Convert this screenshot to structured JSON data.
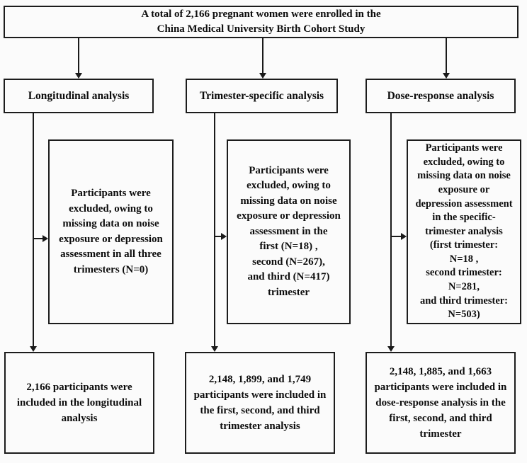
{
  "page": {
    "background": "#fbfbfb",
    "line_color": "#1a1a1a"
  },
  "flowchart": {
    "enrollment_box": "A total of 2,166 pregnant women were enrolled in the\nChina Medical University Birth Cohort Study",
    "columns": [
      {
        "header": "Longitudinal analysis",
        "exclusion": "Participants were\nexcluded, owing to\nmissing data on noise\nexposure or depression\nassessment in all three\ntrimesters (N=0)",
        "result": "2,166 participants were\nincluded in the longitudinal\nanalysis"
      },
      {
        "header": "Trimester-specific analysis",
        "exclusion": "Participants were\nexcluded,  owing to\nmissing data on noise\nexposure or depression\nassessment in the\nfirst (N=18) ,\nsecond (N=267),\nand third (N=417)\ntrimester",
        "result": "2,148, 1,899, and 1,749\nparticipants were included in\nthe first, second, and third\ntrimester analysis"
      },
      {
        "header": "Dose-response analysis",
        "exclusion": "Participants were\nexcluded,  owing to\nmissing data on noise\nexposure  or\ndepression assessment\nin the specific-\ntrimester analysis\n(first trimester:\nN=18 ,\nsecond trimester:\nN=281,\nand third  trimester:\nN=503)",
        "result": "2,148, 1,885, and 1,663\nparticipants were included in\ndose-response analysis in the\nfirst, second, and third\ntrimester"
      }
    ]
  }
}
